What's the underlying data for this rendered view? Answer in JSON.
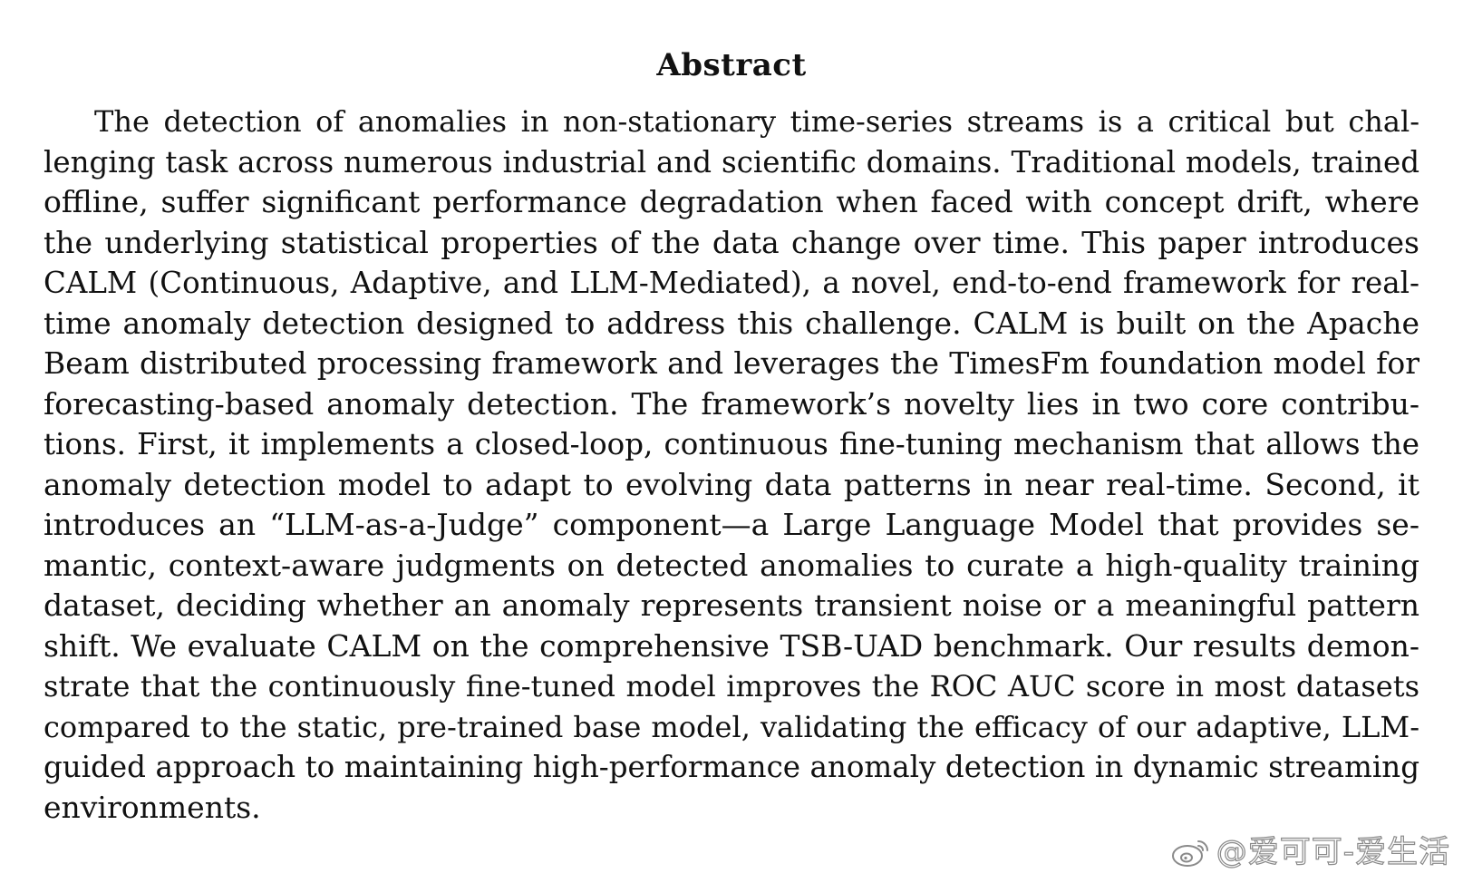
{
  "abstract": {
    "title": "Abstract",
    "lines": [
      "The detection of anomalies in non-stationary time-series streams is a critical but chal-",
      "lenging task across numerous industrial and scientific domains. Traditional models, trained",
      "offline, suffer significant performance degradation when faced with concept drift, where",
      "the underlying statistical properties of the data change over time. This paper introduces",
      "CALM (Continuous, Adaptive, and LLM-Mediated), a novel, end-to-end framework for real-",
      "time anomaly detection designed to address this challenge. CALM is built on the Apache",
      "Beam distributed processing framework and leverages the TimesFm foundation model for",
      "forecasting-based anomaly detection. The framework’s novelty lies in two core contribu-",
      "tions. First, it implements a closed-loop, continuous fine-tuning mechanism that allows the",
      "anomaly detection model to adapt to evolving data patterns in near real-time. Second, it",
      "introduces an “LLM-as-a-Judge” component—a Large Language Model that provides se-",
      "mantic, context-aware judgments on detected anomalies to curate a high-quality training",
      "dataset, deciding whether an anomaly represents transient noise or a meaningful pattern",
      "shift. We evaluate CALM on the comprehensive TSB-UAD benchmark. Our results demon-",
      "strate that the continuously fine-tuned model improves the ROC AUC score in most datasets",
      "compared to the static, pre-trained base model, validating the efficacy of our adaptive, LLM-",
      "guided approach to maintaining high-performance anomaly detection in dynamic streaming",
      "environments."
    ]
  },
  "watermark": {
    "text": "@爱可可-爱生活",
    "icon": "weibo-icon"
  }
}
